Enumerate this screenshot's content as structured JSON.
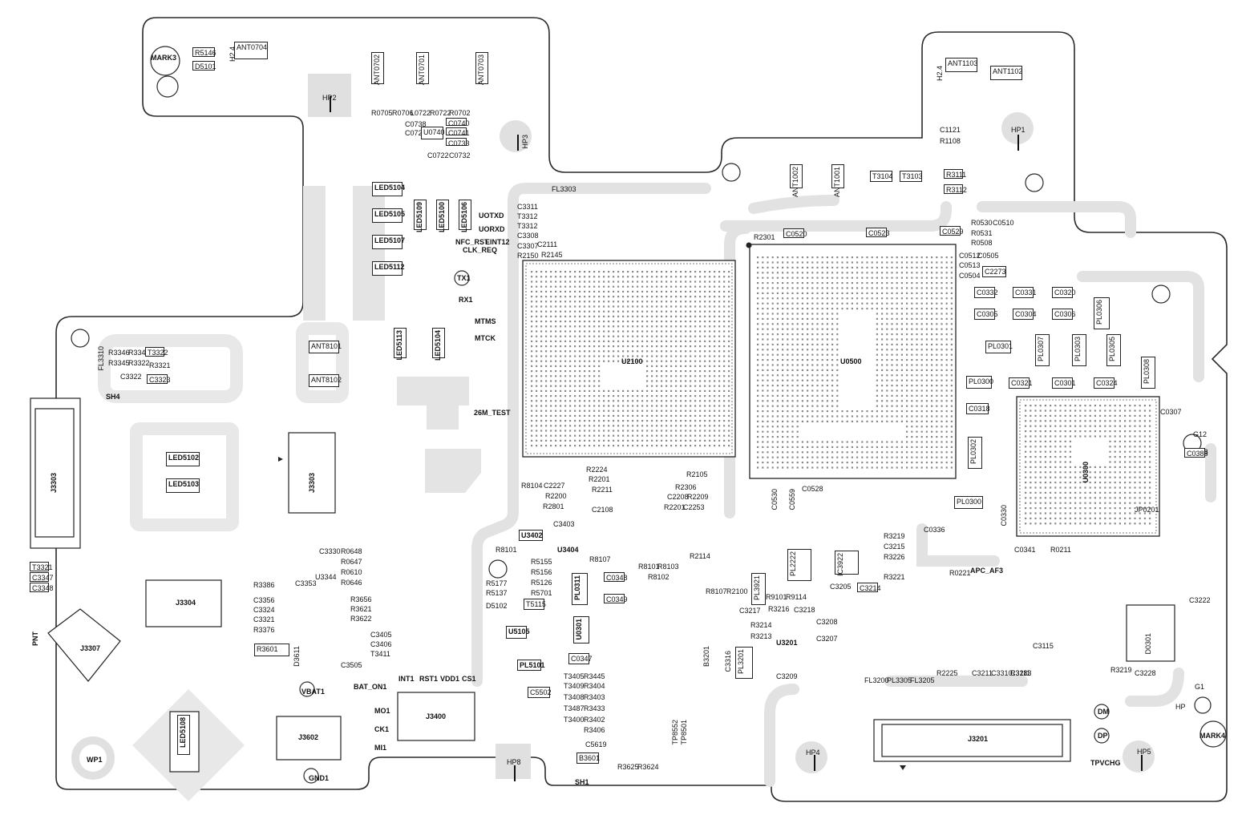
{
  "labels": {
    "mark3": "MARK3",
    "mark4": "MARK4",
    "hp1": "HP1",
    "hp2": "HP2",
    "hp3": "HP3",
    "hp4": "HP4",
    "hp5": "HP5",
    "hp8": "HP8",
    "hp": "HP",
    "wp1": "WP1",
    "g1": "G1",
    "g12": "G12",
    "ant0704": "ANT0704",
    "ant0702": "ANT0702",
    "ant0701": "ANT0701",
    "ant0703": "ANT0703",
    "ant1103": "ANT1103",
    "ant1102": "ANT1102",
    "ant1002": "ANT1002",
    "ant1001": "ANT1001",
    "ant8101": "ANT8101",
    "ant8102": "ANT8102",
    "h24a": "H2.4",
    "h24b": "H2.4",
    "r5146": "R5146",
    "d5101": "D5101",
    "u0740": "U0740",
    "c0740": "C0740",
    "c0741": "C0741",
    "c0733": "C0733",
    "c0722": "C0722",
    "c0732": "C0732",
    "c0738": "C0738",
    "c0728": "C0728",
    "r0705": "R0705",
    "r0706": "R0706",
    "l0722": "L0722",
    "r0722": "R0722",
    "r0702": "R0702",
    "t3104": "T3104",
    "t3103": "T3103",
    "r3111": "R3111",
    "r3112": "R3112",
    "c1121": "C1121",
    "r1108": "R1108",
    "led5104": "LED5104",
    "led5105": "LED5105",
    "led5107": "LED5107",
    "led5112": "LED5112",
    "led5109": "LED5109",
    "led5100": "LED5100",
    "led5106": "LED5106",
    "led5113": "LED5113",
    "led5114": "LED5104",
    "led5102": "LED5102",
    "led5103": "LED5103",
    "led5108": "LED5108",
    "uotxd": "UOTXD",
    "uorxd": "UORXD",
    "nfc_rst": "NFC_RST",
    "eint12": "EINT12",
    "clk_req": "CLK_REQ",
    "tx1": "TX1",
    "rx1": "RX1",
    "mtms": "MTMS",
    "mtck": "MTCK",
    "test26m": "26M_TEST",
    "fl3303": "FL3303",
    "c3311": "C3311",
    "t3312": "T3312",
    "t3312b": "T3312",
    "c3308": "C3308",
    "c3307": "C3307",
    "c2111": "C2111",
    "r2150": "R2150",
    "r2145": "R2145",
    "u2100": "U2100",
    "u0500": "U0500",
    "u0300": "U0300",
    "r2301": "R2301",
    "c0520": "C0520",
    "c0523": "C0523",
    "c0529": "C0529",
    "r0530": "R0530",
    "c0510": "C0510",
    "r0531": "R0531",
    "r0508": "R0508",
    "c0512": "C0512",
    "c0505": "C0505",
    "c0513": "C0513",
    "c0504": "C0504",
    "c2273": "C2273",
    "c0332": "C0332",
    "c0331": "C0331",
    "c0320": "C0320",
    "pl0306": "PL0306",
    "c0305": "C0305",
    "c0304": "C0304",
    "c0306": "C0306",
    "pl0301": "PL0301",
    "pl0307": "PL0307",
    "pl0303": "PL0303",
    "pl0305": "PL0305",
    "pl0308": "PL0308",
    "pl0300": "PL0300",
    "c0321": "C0321",
    "c0301": "C0301",
    "c0324": "C0324",
    "c0318": "C0318",
    "pl0302": "PL0302",
    "pl0300b": "PL0300",
    "c0330": "C0330",
    "c0307": "C0307",
    "c0308": "C0308",
    "c0388": "C0388",
    "jp0201": "JP0201",
    "c0336": "C0336",
    "c0341": "C0341",
    "r0211": "R0211",
    "apc": "APC_AF3",
    "pl2222": "PL2222",
    "pl3921": "PL3921",
    "ic3922": "IC3922",
    "r3219": "R3219",
    "c3215": "C3215",
    "r3226": "R3226",
    "r3221": "R3221",
    "c3205": "C3205",
    "c3214": "C3214",
    "r0221": "R0221",
    "r9101": "R9101",
    "r9114": "R9114",
    "r3216": "R3216",
    "c3218": "C3218",
    "c3217": "C3217",
    "r3214": "R3214",
    "r3213": "R3213",
    "u3201": "U3201",
    "c3208": "C3208",
    "c3207": "C3207",
    "c3209": "C3209",
    "pl3201": "PL3201",
    "c3316": "C3316",
    "b3201": "B3201",
    "fl3200": "FL3200",
    "pl3305": "PL3305",
    "fl3205": "FL3205",
    "c3115": "C3115",
    "c3228": "C3228",
    "r3219b": "R3219",
    "d0301": "D0301",
    "c3222": "C3222",
    "r3283": "R3283",
    "r2225": "R2225",
    "c3211": "C3211",
    "c3310": "C3310",
    "c3111": "C3111",
    "j3201": "J3201",
    "dm": "DM",
    "dp": "DP",
    "tpvchg": "TPVCHG",
    "j3303": "J3303",
    "j3304": "J3304",
    "j3307": "J3307",
    "j3400": "J3400",
    "j3602": "J3602",
    "j3305": "J3303",
    "pnt": "PNT",
    "sh4": "SH4",
    "sh1": "SH1",
    "r3346": "R3346",
    "r3343": "R3343",
    "t3322": "T3322",
    "r3345": "R3345",
    "r3322": "R3322",
    "c3322": "C3322",
    "r3321": "R3321",
    "c3323": "C3323",
    "fl3310": "FL3310",
    "t3321": "T3321",
    "c3347": "C3347",
    "c3348": "C3348",
    "r3386": "R3386",
    "c3356": "C3356",
    "c3324": "C3324",
    "c3321": "C3321",
    "r3376": "R3376",
    "c3330": "C3330",
    "r0648": "R0648",
    "r0647": "R0647",
    "r0610": "R0610",
    "r0646": "R0646",
    "c3353": "C3353",
    "u3344": "U3344",
    "r3656": "R3656",
    "r3621": "R3621",
    "r3622": "R3622",
    "r3601": "R3601",
    "d3611": "D3611",
    "c3405": "C3405",
    "c3406": "C3406",
    "t3411": "T3411",
    "c3505": "C3505",
    "vbat1": "VBAT1",
    "bat_on1": "BAT_ON1",
    "gnd1": "GND1",
    "int1": "INT1",
    "rst1": "RST1",
    "vdd1": "VDD1",
    "cs1": "CS1",
    "mo1": "MO1",
    "ck1": "CK1",
    "mi1": "MI1",
    "u3402": "U3402",
    "c3403": "C3403",
    "u3404": "U3404",
    "r8101": "R8101",
    "r5155": "R5155",
    "r5156": "R5156",
    "r5126": "R5126",
    "r5701": "R5701",
    "r5137": "R5137",
    "r5177": "R5177",
    "d5102": "D5102",
    "t5115": "T5115",
    "u5105": "U5105",
    "pl5101": "PL5101",
    "c5502": "C5502",
    "r8107": "R8107",
    "pl0311": "PL0311",
    "c0348": "C0348",
    "c0349": "C0349",
    "u0301": "U0301",
    "c0347": "C0347",
    "t3405": "T3405",
    "r3445": "R3445",
    "t3409": "T3409",
    "r3404": "R3404",
    "t3408": "T3408",
    "r3403": "R3403",
    "t3487": "T3487",
    "r3433": "R3433",
    "t3400": "T3400",
    "r3402": "R3402",
    "r3406": "R3406",
    "c5619": "C5619",
    "b3601": "B3601",
    "r3625": "R3625",
    "r3624": "R3624",
    "tp8552": "TP8552",
    "tp8501": "TP8501",
    "r8101b": "R8101",
    "r8103": "R8103",
    "r8102": "R8102",
    "r2114": "R2114",
    "r8107b": "R8107",
    "r2100": "R2100",
    "r2105": "R2105",
    "r2306": "R2306",
    "c2208": "C2208",
    "r2209": "R2209",
    "r2201": "R2201",
    "c2253": "C2253",
    "r2224": "R2224",
    "r2201b": "R2201",
    "r2211": "R2211",
    "c2108": "C2108",
    "r8104": "R8104",
    "c2227": "C2227",
    "r2200": "R2200",
    "r2801": "R2801",
    "c0528": "C0528",
    "c0530": "C0530",
    "c0559": "C0559"
  },
  "colors": {
    "outline": "#2a2a2a",
    "shade": "#e2e2e2",
    "shade_dark": "#cfcfcf",
    "ink": "#111111"
  }
}
